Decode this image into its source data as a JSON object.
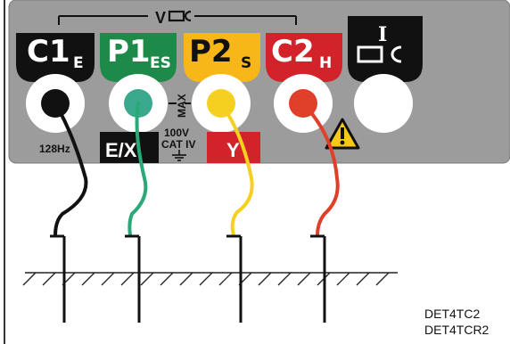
{
  "panel": {
    "top_label": "V",
    "terminals": [
      {
        "id": "c1",
        "main": "C1",
        "sub": "E",
        "color": "#111111",
        "lead_color": "#111111",
        "socket_label": "128Hz"
      },
      {
        "id": "p1",
        "main": "P1",
        "sub": "ES",
        "color": "#1e8a4a",
        "lead_color": "#2aa87a",
        "socket_label": "E/X"
      },
      {
        "id": "p2",
        "main": "P2",
        "sub": "S",
        "color": "#f7b718",
        "lead_color": "#f5d020",
        "socket_label": "Y"
      },
      {
        "id": "c2",
        "main": "C2",
        "sub": "H",
        "color": "#d2232a",
        "lead_color": "#e0402a",
        "socket_label": ""
      }
    ],
    "current_label": "I",
    "max_label": "MAX",
    "rating": [
      "100V",
      "CAT IV"
    ],
    "warning_icon": "warning-triangle-icon",
    "ground_icon": "earth-ground-icon"
  },
  "models": [
    "DET4TC2",
    "DET4TCR2"
  ],
  "colors": {
    "panel": "#9c9c9c",
    "panel_border": "#7a7a7a",
    "hatch": "#222222"
  }
}
